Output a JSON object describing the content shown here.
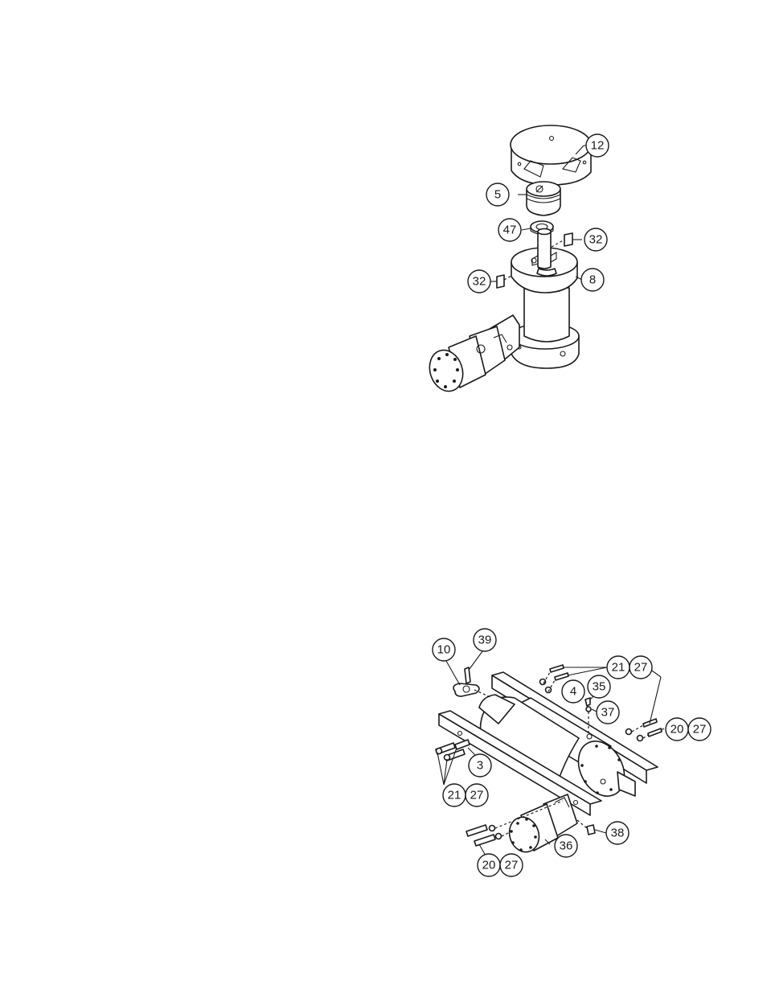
{
  "figure_top": {
    "callouts": [
      "12",
      "5",
      "47",
      "32",
      "32",
      "8"
    ]
  },
  "figure_bottom": {
    "callouts": [
      "10",
      "39",
      "21",
      "27",
      "4",
      "35",
      "37",
      "20",
      "27",
      "3",
      "21",
      "27",
      "20",
      "27",
      "36",
      "38"
    ]
  }
}
